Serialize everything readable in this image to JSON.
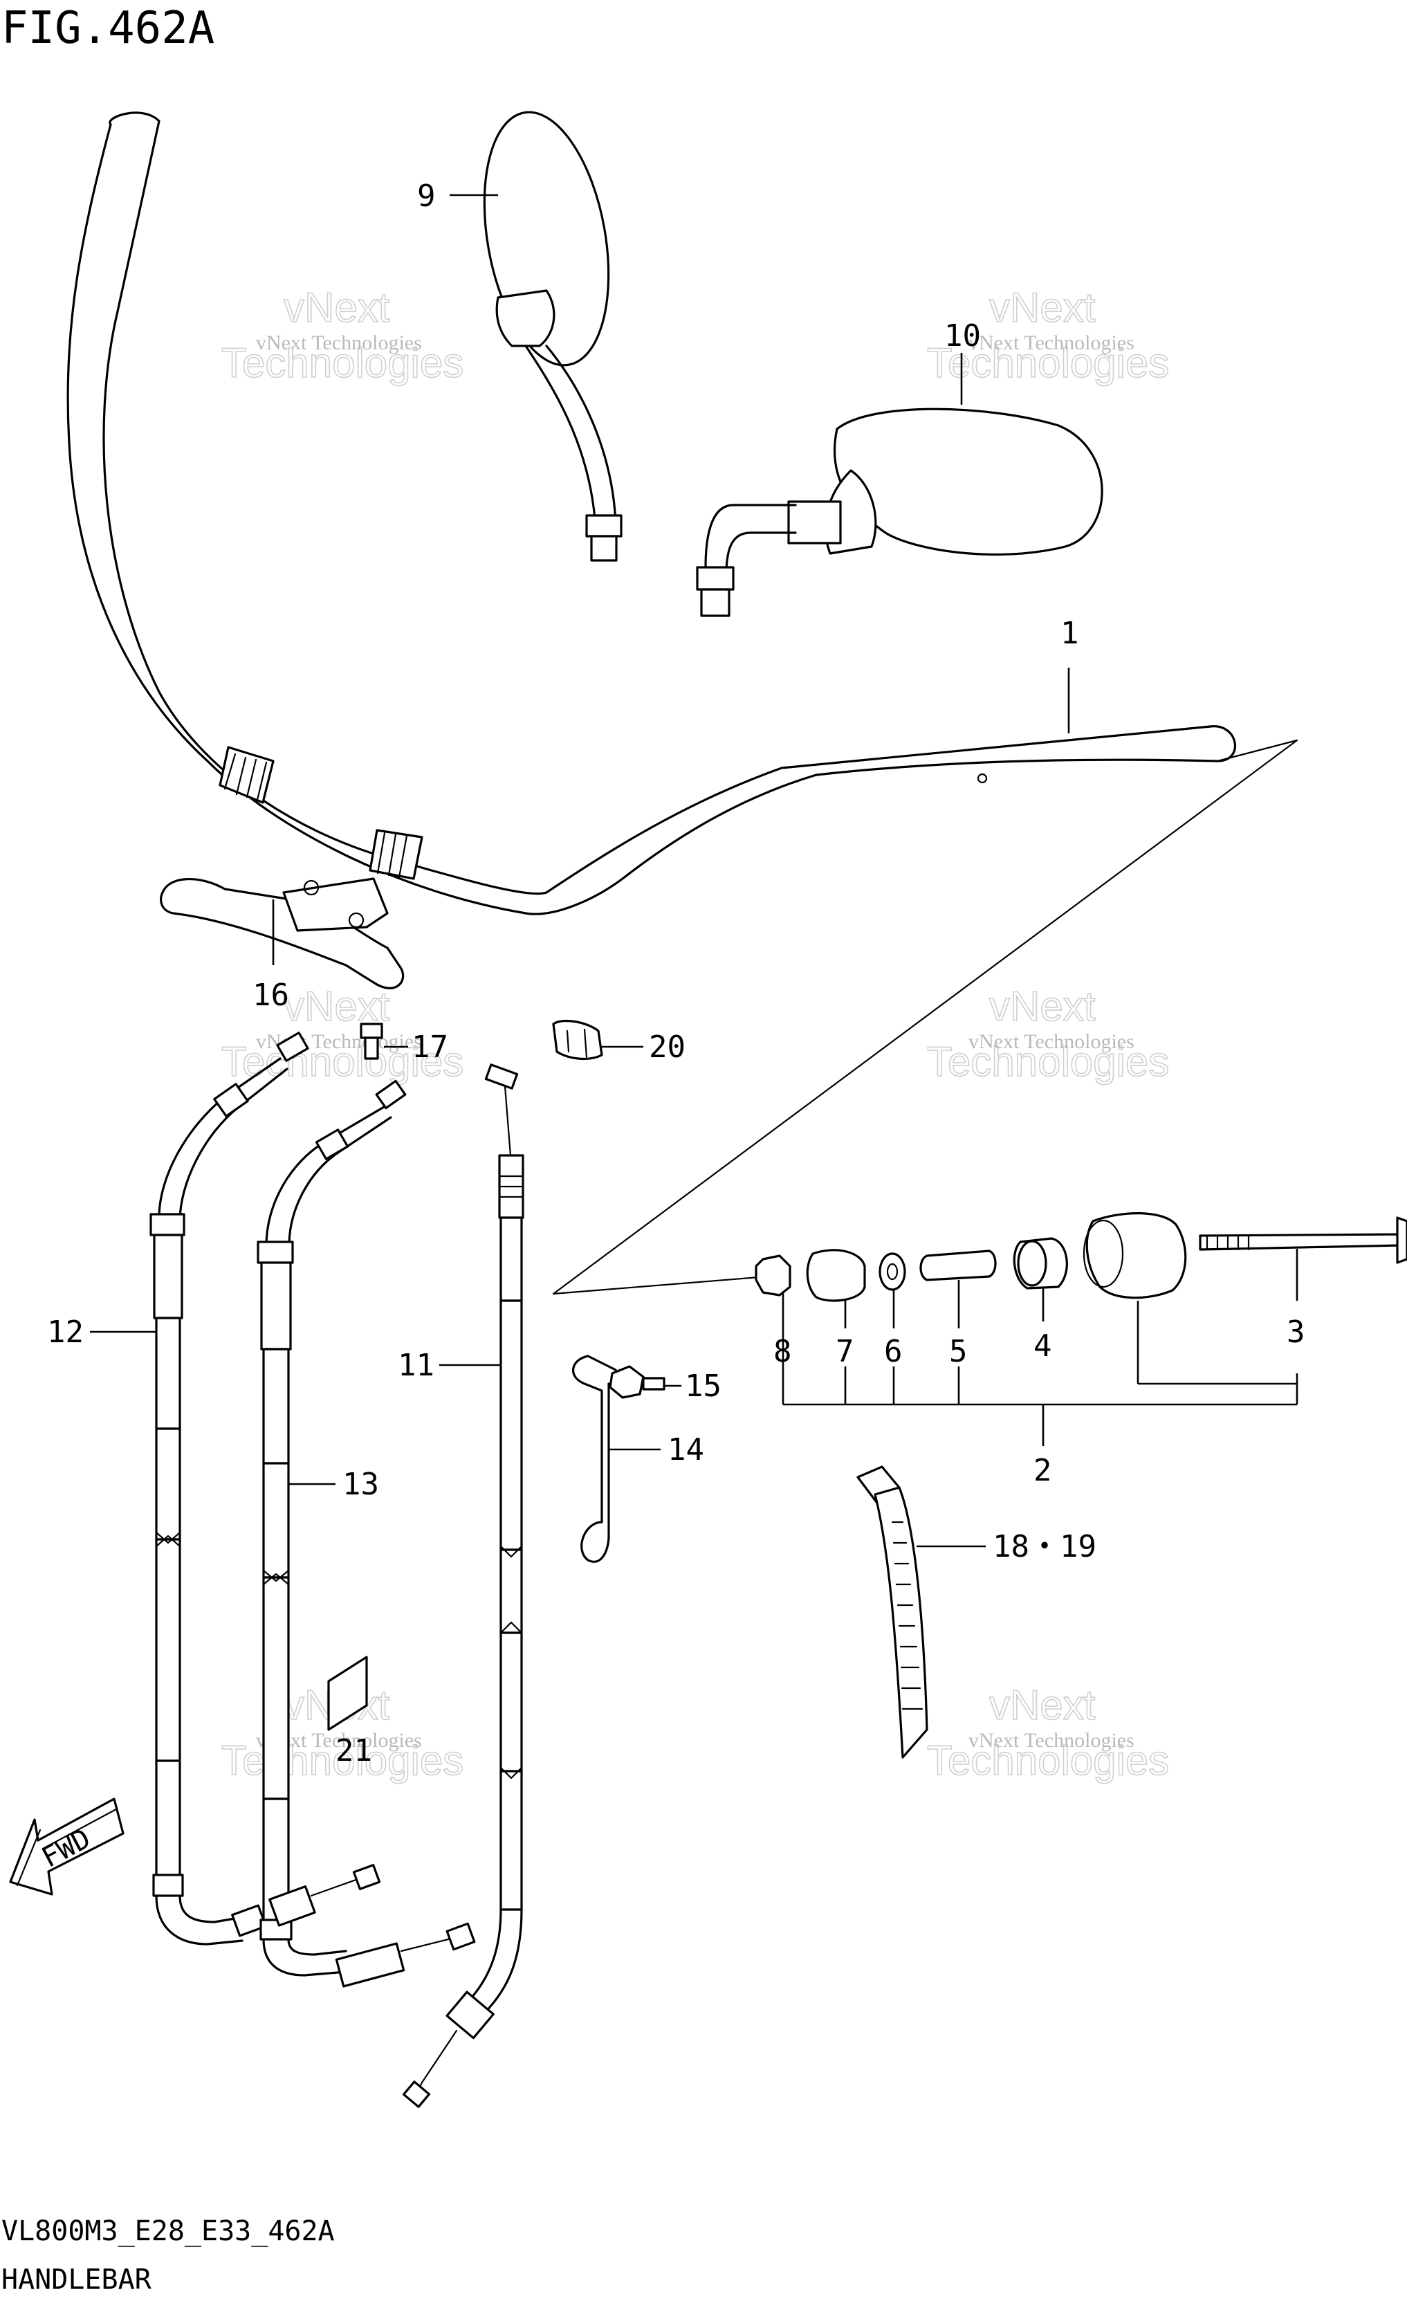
{
  "header": {
    "figure_title": "FIG.462A"
  },
  "footer": {
    "model_code": "VL800M3_E28_E33_462A",
    "section_name": "HANDLEBAR"
  },
  "fwd_arrow_label": "FWD",
  "callouts": {
    "c1": "1",
    "c2": "2",
    "c3": "3",
    "c4": "4",
    "c5": "5",
    "c6": "6",
    "c7": "7",
    "c8": "8",
    "c9": "9",
    "c10": "10",
    "c11": "11",
    "c12": "12",
    "c13": "13",
    "c14": "14",
    "c15": "15",
    "c16": "16",
    "c17": "17",
    "c18_19": "18・19",
    "c20": "20",
    "c21": "21"
  },
  "watermark": {
    "small": "vNext Technologies",
    "big_top": "vNext",
    "big_bottom": "Technologies"
  }
}
